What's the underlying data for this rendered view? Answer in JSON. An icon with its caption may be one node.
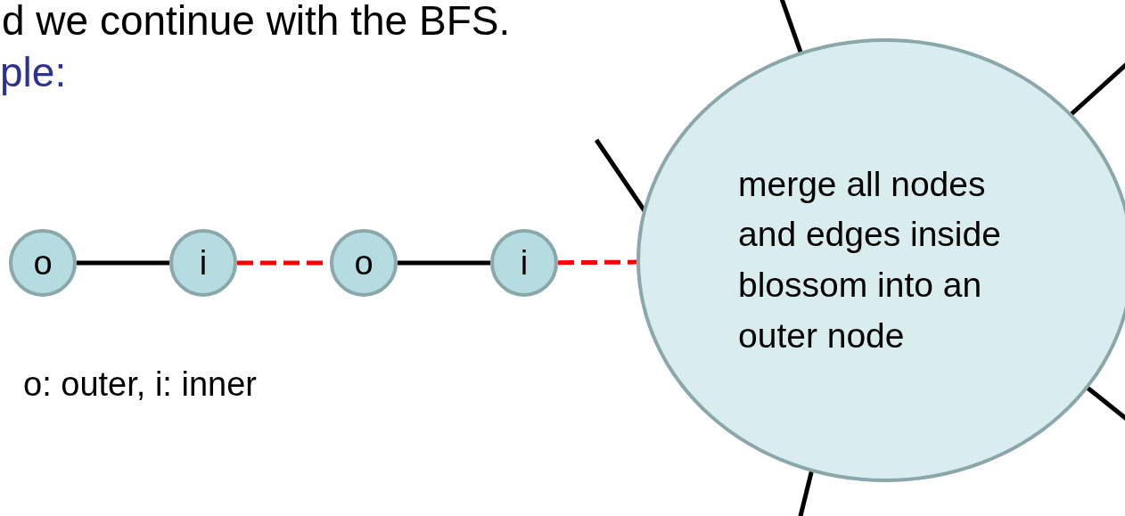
{
  "diagram": {
    "nodes": [
      {
        "text": [
          "o"
        ]
      },
      {
        "text": [
          "i"
        ]
      },
      {
        "text": [
          "o"
        ]
      },
      {
        "text": [
          "i"
        ]
      },
      {
        "text": [
          "merge all nodes and edges inside blossom into an outer node"
        ]
      }
    ],
    "edges": [
      {
        "from": 0,
        "to": 1,
        "arrow": "none"
      },
      {
        "from": 1,
        "to": 2,
        "arrow": "none",
        "style": "dashed",
        "color": "#ff0000"
      },
      {
        "from": 2,
        "to": 3,
        "arrow": "none"
      },
      {
        "from": 3,
        "to": 4,
        "arrow": "none",
        "style": "dashed",
        "color": "#ff0000"
      },
      {
        "from": 4,
        "to": null,
        "arrow": "none"
      },
      {
        "from": 4,
        "to": null,
        "arrow": "none"
      },
      {
        "from": 4,
        "to": null,
        "arrow": "none"
      },
      {
        "from": 4,
        "to": null,
        "arrow": "none"
      },
      {
        "from": 4,
        "to": null,
        "arrow": "none"
      }
    ],
    "labels": [
      "d we continue with the BFS.",
      "ple:",
      "o: outer, i: inner"
    ]
  }
}
